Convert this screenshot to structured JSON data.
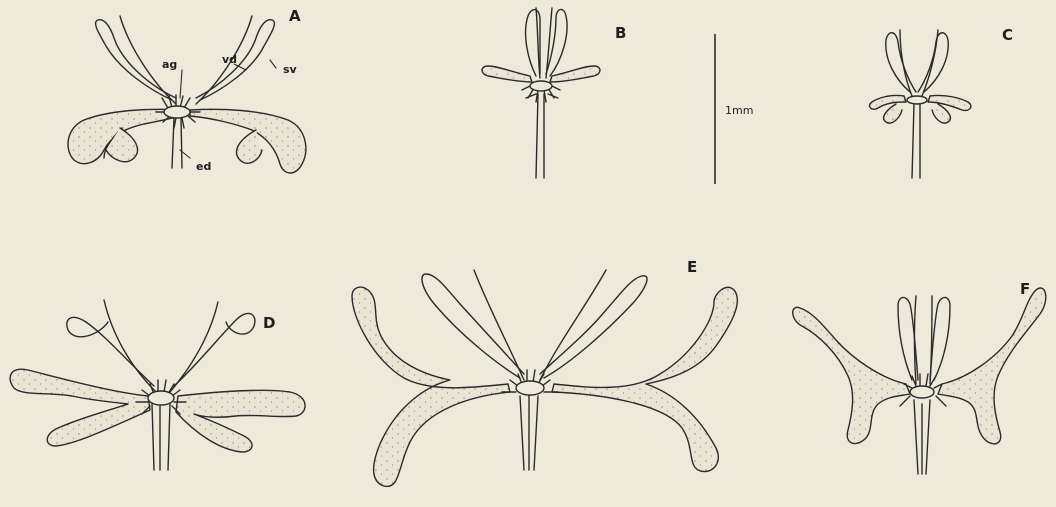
{
  "panels": {
    "a": "A",
    "b": "B",
    "c": "C",
    "d": "D",
    "e": "E",
    "f": "F"
  },
  "annotations": {
    "ag": "ag",
    "vd": "vd",
    "sv": "sv",
    "ed": "ed"
  },
  "scale_bar": {
    "label": "1mm"
  },
  "colors": {
    "background": "#eeeadb",
    "gland_fill": "#e9e3d3",
    "ink": "#2a2a2a"
  }
}
